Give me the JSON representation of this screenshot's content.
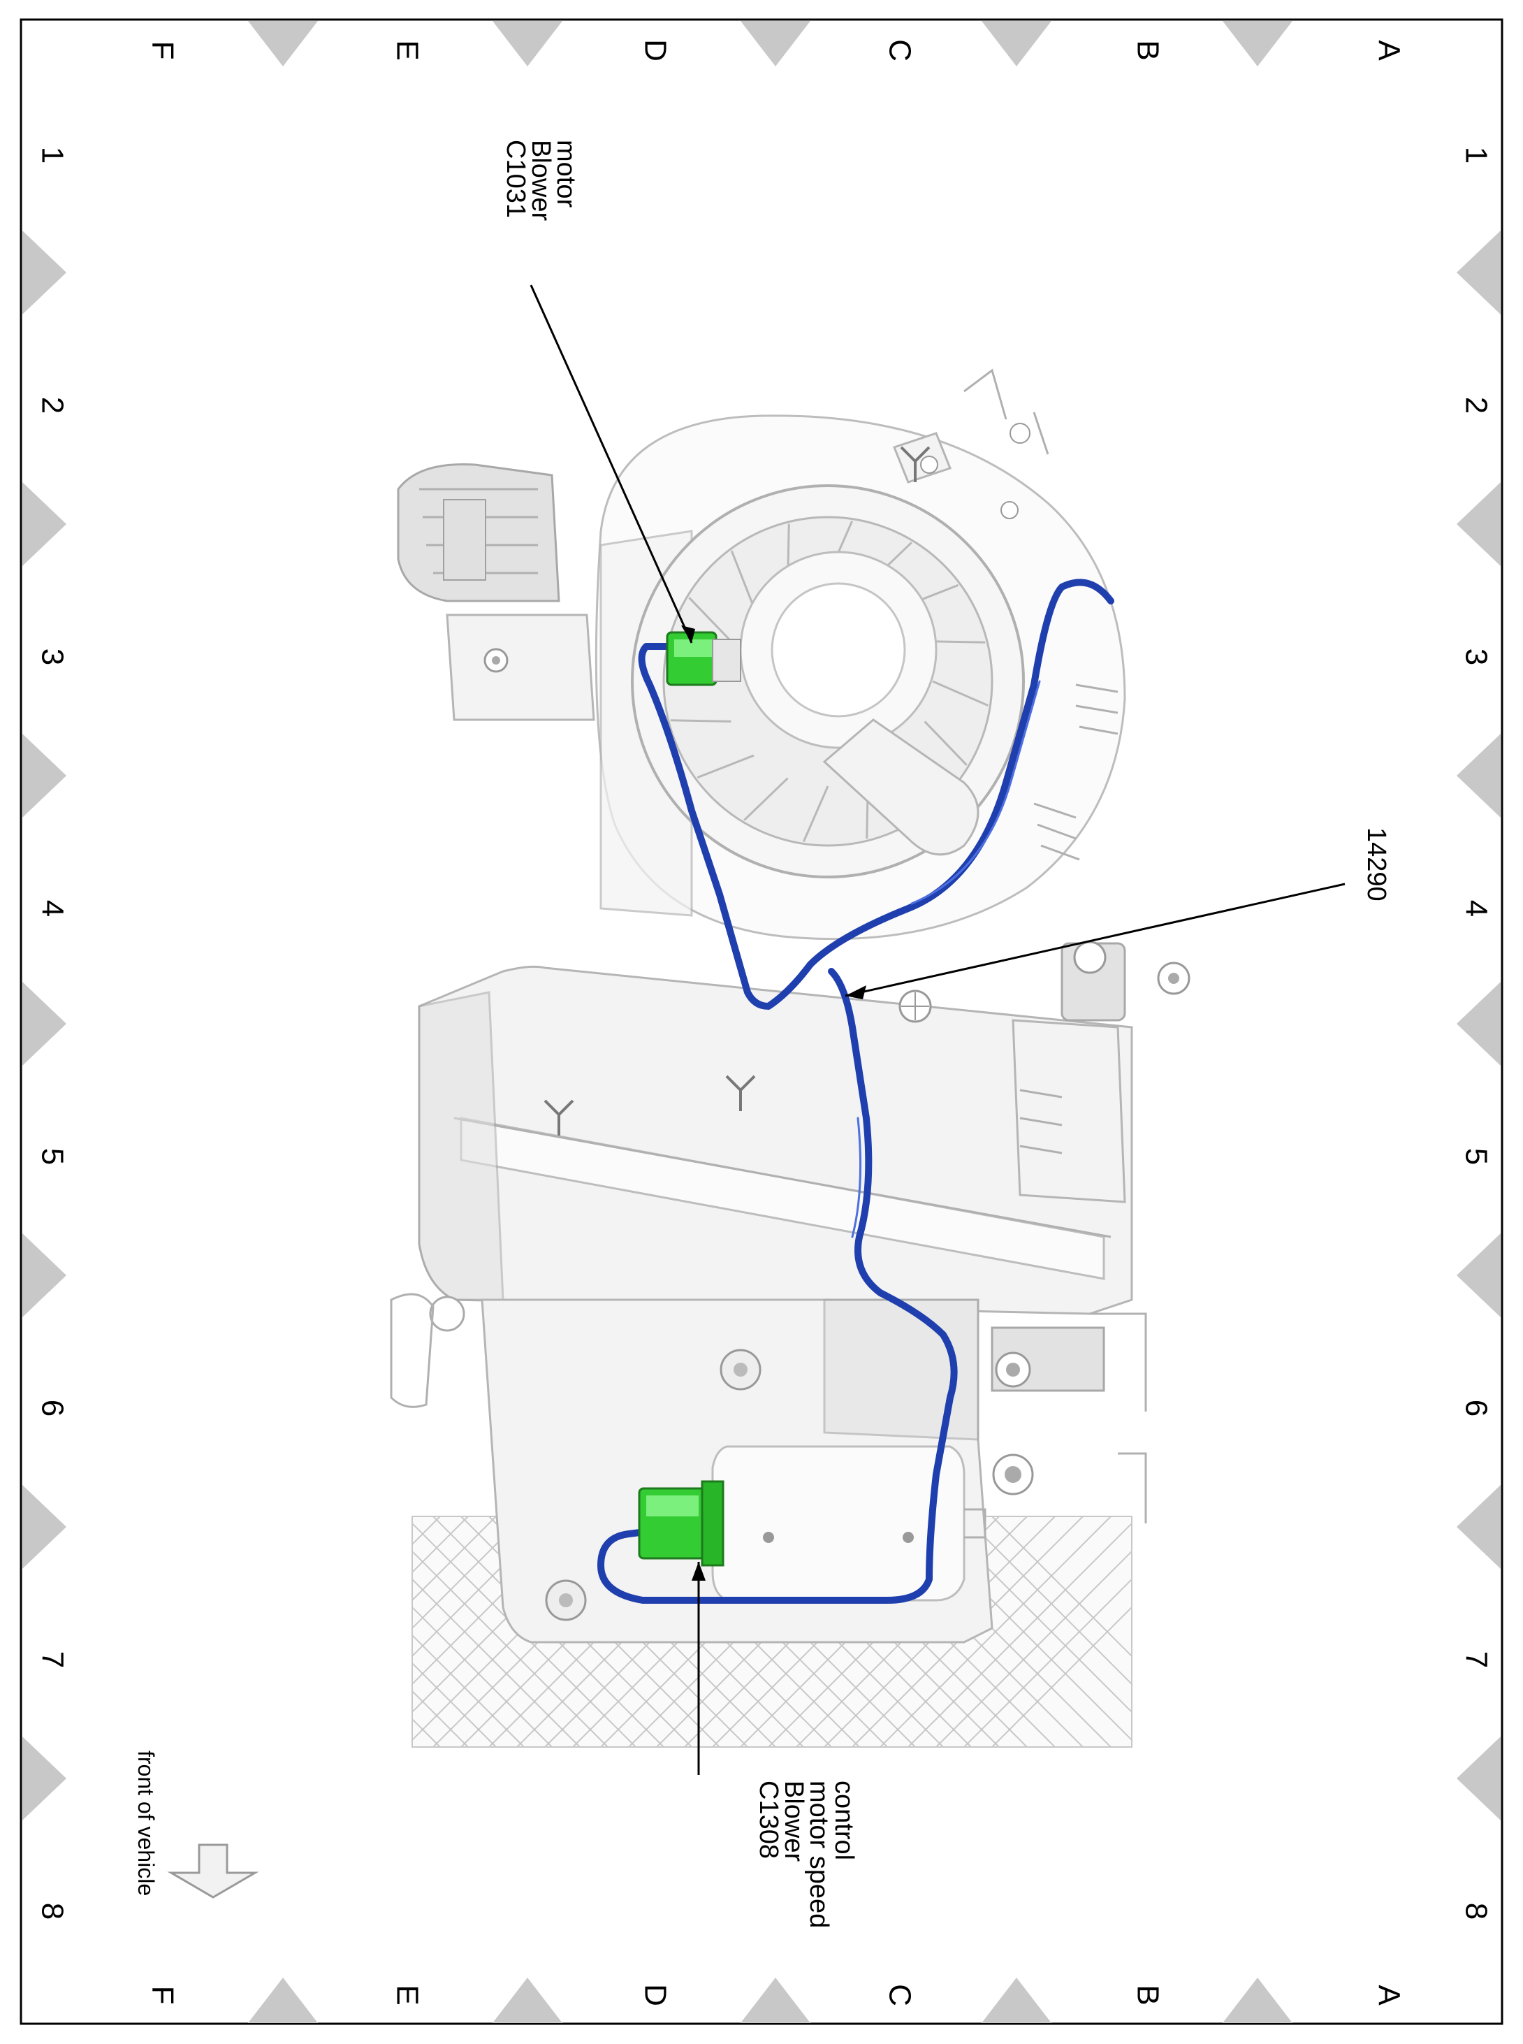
{
  "grid": {
    "rows": [
      "A",
      "B",
      "C",
      "D",
      "E",
      "F"
    ],
    "columns": [
      "1",
      "2",
      "3",
      "4",
      "5",
      "6",
      "7",
      "8"
    ]
  },
  "callouts": {
    "c1031": {
      "lines": [
        "C1031",
        "Blower",
        "motor"
      ]
    },
    "harness": {
      "lines": [
        "14290"
      ]
    },
    "c1308": {
      "lines": [
        "C1308",
        "Blower",
        "motor speed",
        "control"
      ]
    },
    "front": {
      "lines": [
        "front of vehicle"
      ]
    }
  },
  "colors": {
    "wire": "#1f3fae",
    "connector": "#33cc33",
    "frame": "#000000",
    "zone_marker": "#c8c8c8"
  },
  "icons": {
    "front_arrow": "arrow-left-icon"
  }
}
